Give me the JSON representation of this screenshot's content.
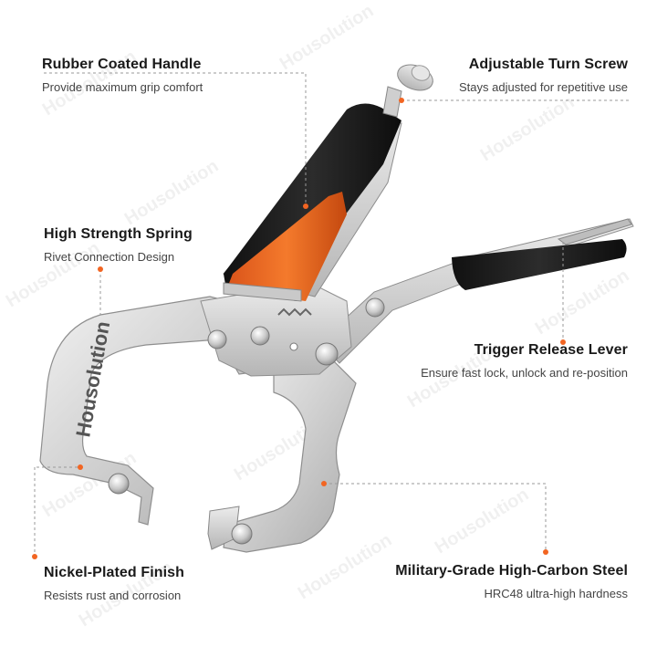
{
  "brand": {
    "name": "Housolution",
    "watermark": "Housolution",
    "accent_color": "#f26522",
    "handle_color": "#1c1c1c",
    "metal_color": "#d8d8d8"
  },
  "features": {
    "rubber_handle": {
      "title": "Rubber Coated Handle",
      "subtitle": "Provide maximum grip comfort"
    },
    "turn_screw": {
      "title": "Adjustable Turn Screw",
      "subtitle": "Stays adjusted for repetitive use"
    },
    "spring": {
      "title": "High Strength Spring",
      "subtitle": "Rivet Connection Design"
    },
    "trigger": {
      "title": "Trigger Release Lever",
      "subtitle": "Ensure fast lock, unlock and re-position"
    },
    "finish": {
      "title": "Nickel-Plated Finish",
      "subtitle": "Resists rust and corrosion"
    },
    "steel": {
      "title": "Military-Grade High-Carbon Steel",
      "subtitle": "HRC48 ultra-high hardness"
    }
  }
}
